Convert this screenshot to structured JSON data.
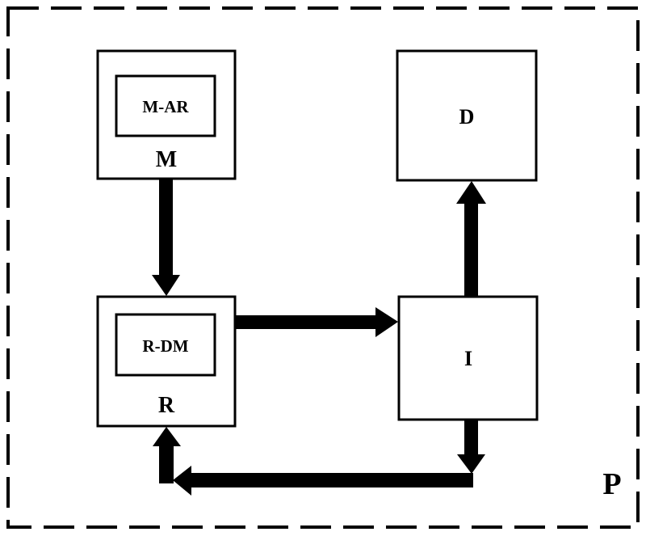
{
  "diagram": {
    "container": {
      "label": "P",
      "style": "dashed"
    },
    "nodes": [
      {
        "id": "M",
        "label": "M",
        "inner_label": "M-AR"
      },
      {
        "id": "D",
        "label": "D"
      },
      {
        "id": "R",
        "label": "R",
        "inner_label": "R-DM"
      },
      {
        "id": "I",
        "label": "I"
      }
    ],
    "edges": [
      {
        "from": "M",
        "to": "R"
      },
      {
        "from": "R",
        "to": "I"
      },
      {
        "from": "I",
        "to": "D"
      },
      {
        "from": "I",
        "to": "R",
        "route": "via bottom"
      }
    ],
    "colors": {
      "stroke": "#000000",
      "fill": "#ffffff"
    }
  }
}
